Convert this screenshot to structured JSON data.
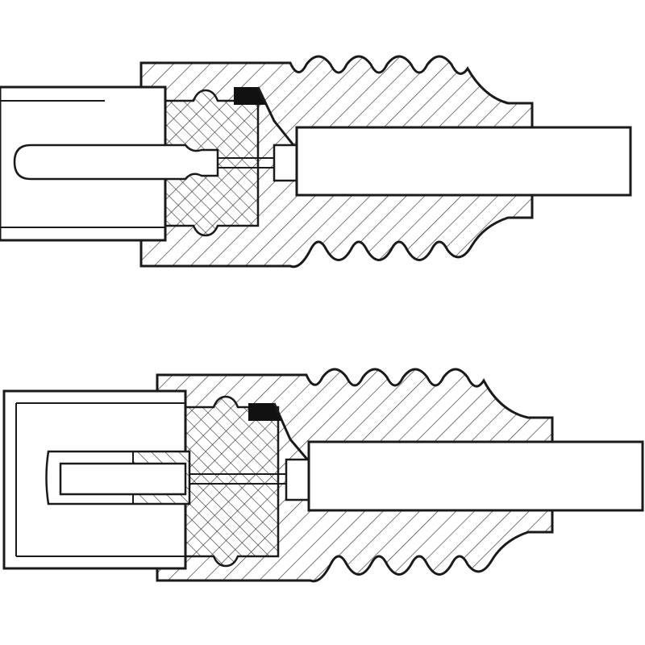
{
  "colors": {
    "background": "#ffffff",
    "stroke": "#1a1a1a",
    "seal": "#111111"
  },
  "parts": [
    {
      "id": "male-connector",
      "kind": "plug"
    },
    {
      "id": "female-connector",
      "kind": "socket"
    }
  ]
}
